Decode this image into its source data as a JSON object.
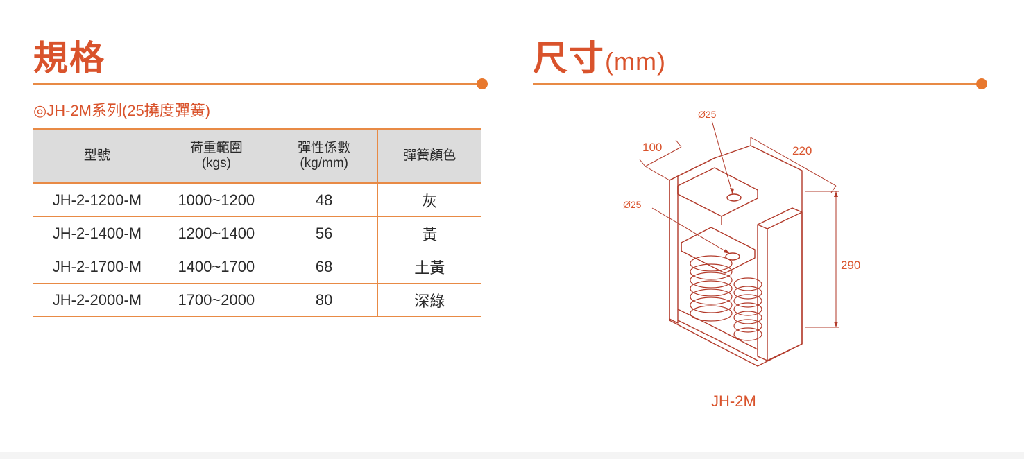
{
  "spec": {
    "title": "規格",
    "subtitle": "◎JH-2M系列(25撓度彈簧)",
    "table": {
      "headers": [
        {
          "line1": "型號",
          "line2": ""
        },
        {
          "line1": "荷重範圍",
          "line2": "(kgs)"
        },
        {
          "line1": "彈性係數",
          "line2": "(kg/mm)"
        },
        {
          "line1": "彈簧顏色",
          "line2": ""
        }
      ],
      "rows": [
        {
          "model": "JH-2-1200-M",
          "load": "1000~1200",
          "rate": "48",
          "color": "灰"
        },
        {
          "model": "JH-2-1400-M",
          "load": "1200~1400",
          "rate": "56",
          "color": "黃"
        },
        {
          "model": "JH-2-1700-M",
          "load": "1400~1700",
          "rate": "68",
          "color": "土黃"
        },
        {
          "model": "JH-2-2000-M",
          "load": "1700~2000",
          "rate": "80",
          "color": "深綠"
        }
      ]
    }
  },
  "dimensions": {
    "title": "尺寸",
    "unit": "(mm)",
    "labels": {
      "hole_top": "Ø25",
      "hole_side": "Ø25",
      "depth": "100",
      "width": "220",
      "height": "290"
    },
    "caption": "JH-2M"
  },
  "colors": {
    "accent": "#d9532c",
    "rule": "#e88a45",
    "drawing_line": "#b23a2a",
    "header_bg": "#dcdcdc"
  }
}
